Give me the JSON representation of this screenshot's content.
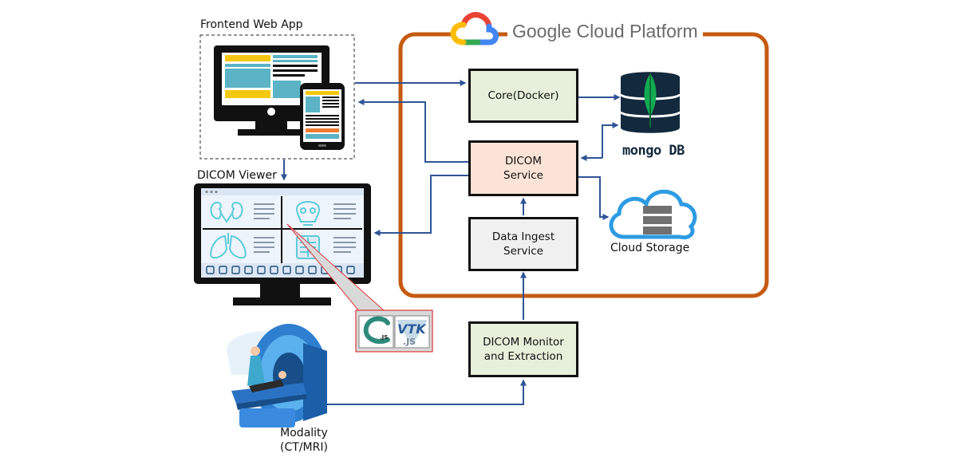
{
  "platform": {
    "title": "Google Cloud Platform",
    "icon": "google-cloud-icon"
  },
  "labels": {
    "frontend": "Frontend Web App",
    "viewer": "DICOM Viewer",
    "storage": "Cloud Storage",
    "modality_line1": "Modality",
    "modality_line2": "(CT/MRI)",
    "mongo": "mongo DB"
  },
  "nodes": {
    "core": "Core(Docker)",
    "dicom_service": "DICOM\nService",
    "ingest": "Data Ingest\nService",
    "monitor": "DICOM Monitor\nand Extraction"
  },
  "libraries": {
    "cornerstone": ".JS",
    "vtk_top": "VTK",
    "vtk_bottom": ".JS"
  },
  "icons": [
    "monitor-icon",
    "mobile-icon",
    "medical-viewer-icon",
    "mongodb-icon",
    "cloud-storage-icon",
    "mri-scanner-icon",
    "cornerstone-logo-icon",
    "vtk-logo-icon"
  ],
  "colors": {
    "gcp_frame": "#c55a11",
    "arrow": "#2f5496",
    "callout": "#d9373a"
  }
}
